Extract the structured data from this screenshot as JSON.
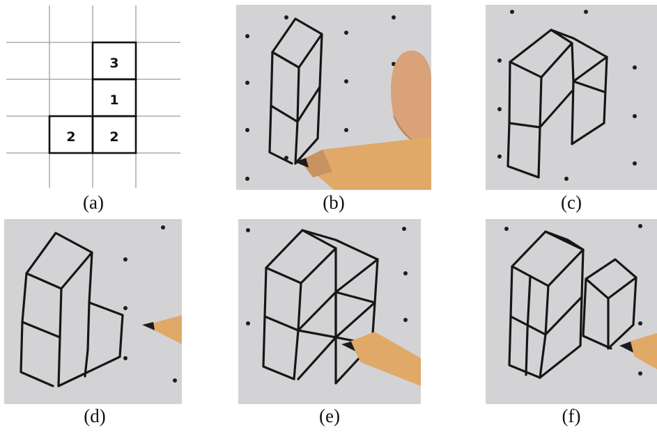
{
  "panels": [
    {
      "caption": "(a)",
      "kind": "grid"
    },
    {
      "caption": "(b)",
      "kind": "photo"
    },
    {
      "caption": "(c)",
      "kind": "photo"
    },
    {
      "caption": "(d)",
      "kind": "photo"
    },
    {
      "caption": "(e)",
      "kind": "photo"
    },
    {
      "caption": "(f)",
      "kind": "photo"
    }
  ],
  "grid": {
    "cells": [
      {
        "label": "3"
      },
      {
        "label": "1"
      },
      {
        "label": "2"
      },
      {
        "label": "2"
      }
    ]
  },
  "colors": {
    "paper": "#d3d3d6",
    "ink": "#161616",
    "pencil_wood": "#e0a968",
    "gridline": "#9a9a9a"
  }
}
